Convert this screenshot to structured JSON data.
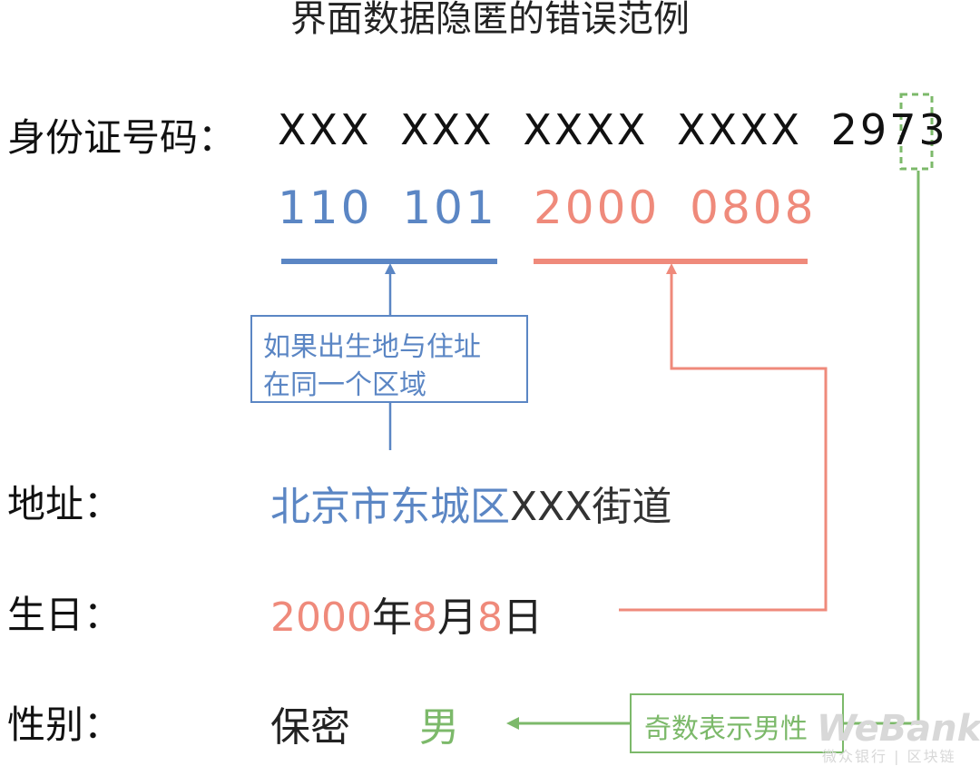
{
  "title": "界面数据隐匿的错误范例",
  "labels": {
    "id": "身份证号码：",
    "address": "地址：",
    "birthday": "生日：",
    "gender": "性别："
  },
  "id_number": {
    "masked": "XXX XXX XXXX XXXX 29",
    "highlight_digit": "7",
    "last_digit": "3"
  },
  "inferred_codes": {
    "region": "110 101",
    "birth": "2000 0808"
  },
  "notes": {
    "region_line1": "如果出生地与住址",
    "region_line2": "在同一个区域",
    "parity": "奇数表示男性"
  },
  "address": {
    "district": "北京市东城区",
    "rest": "XXX街道"
  },
  "birthday": {
    "year": "2000",
    "year_unit": "年",
    "month": "8",
    "month_unit": "月",
    "day": "8",
    "day_unit": "日"
  },
  "gender": {
    "hidden": "保密",
    "revealed": "男"
  },
  "watermark": {
    "brand": "WeBank",
    "sub": "微众银行 | 区块链"
  },
  "colors": {
    "region": "#5b86c4",
    "birth": "#ef8a7b",
    "gender": "#7cb96a"
  }
}
